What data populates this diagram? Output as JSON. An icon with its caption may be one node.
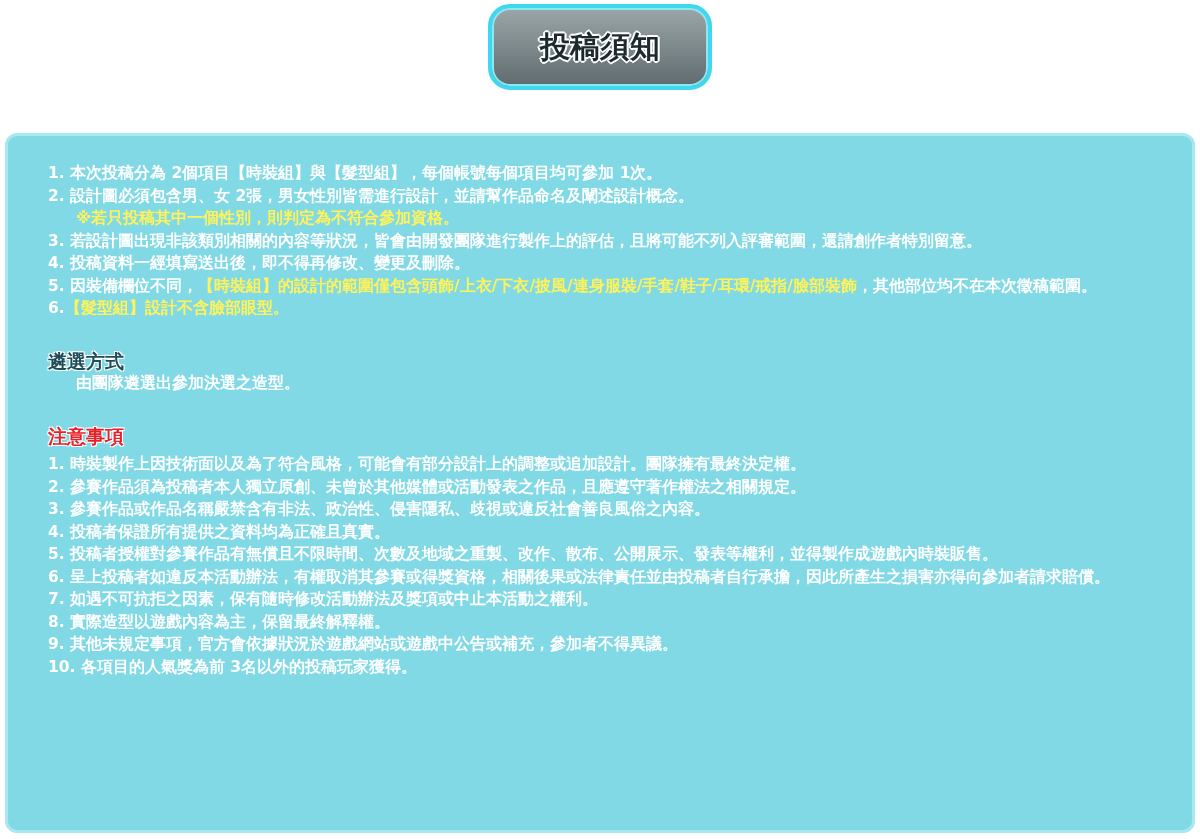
{
  "diagram": {
    "nodes": [
      {
        "text": [
          "投稿須知"
        ]
      },
      {
        "text": [
          "1. 本次投稿分為 2個項目【時裝組】與【髮型組】，每個帳號每個項目均可參加 1次。",
          "2. 設計圖必須包含男、女 2張，男女性別皆需進行設計，並請幫作品命名及闡述設計概念。",
          "※若只投稿其中一個性別，則判定為不符合參加資格。",
          "3. 若設計圖出現非該類別相關的內容等狀況，皆會由開發團隊進行製作上的評估，且將可能不列入評審範圍，還請創作者特別留意。",
          "4. 投稿資料一經填寫送出後，即不得再修改、變更及刪除。",
          "5. 因裝備欄位不同，",
          "【時裝組】的設計的範圍僅包含頭飾/上衣/下衣/披風/連身服裝/手套/鞋子/耳環/戒指/臉部裝飾",
          "，其他部位均不在本次徵稿範圍。",
          "6.",
          "【髮型組】設計不含臉部眼型。",
          "遴選方式",
          "由團隊遴選出參加決選之造型。",
          "注意事項",
          "1. 時裝製作上因技術面以及為了符合風格，可能會有部分設計上的調整或追加設計。團隊擁有最終決定權。",
          "2. 參賽作品須為投稿者本人獨立原創、未曾於其他媒體或活動發表之作品，且應遵守著作權法之相關規定。",
          "3. 參賽作品或作品名稱嚴禁含有非法、政治性、侵害隱私、歧視或違反社會善良風俗之內容。",
          "4. 投稿者保證所有提供之資料均為正確且真實。",
          "5. 投稿者授權對參賽作品有無償且不限時間、次數及地域之重製、改作、散布、公開展示、發表等權利，並得製作成遊戲內時裝販售。",
          "6. 呈上投稿者如違反本活動辦法，有權取消其參賽或得獎資格，相關後果或法律責任並由投稿者自行承擔，因此所產生之損害亦得向參加者請求賠償。",
          "7. 如遇不可抗拒之因素，保有隨時修改活動辦法及獎項或中止本活動之權利。",
          "8. 實際造型以遊戲內容為主，保留最終解釋權。",
          "9. 其他未規定事項，官方會依據狀況於遊戲網站或遊戲中公告或補充，參加者不得異議。",
          "10. 各項目的人氣獎為前 3名以外的投稿玩家獲得。"
        ]
      }
    ]
  }
}
